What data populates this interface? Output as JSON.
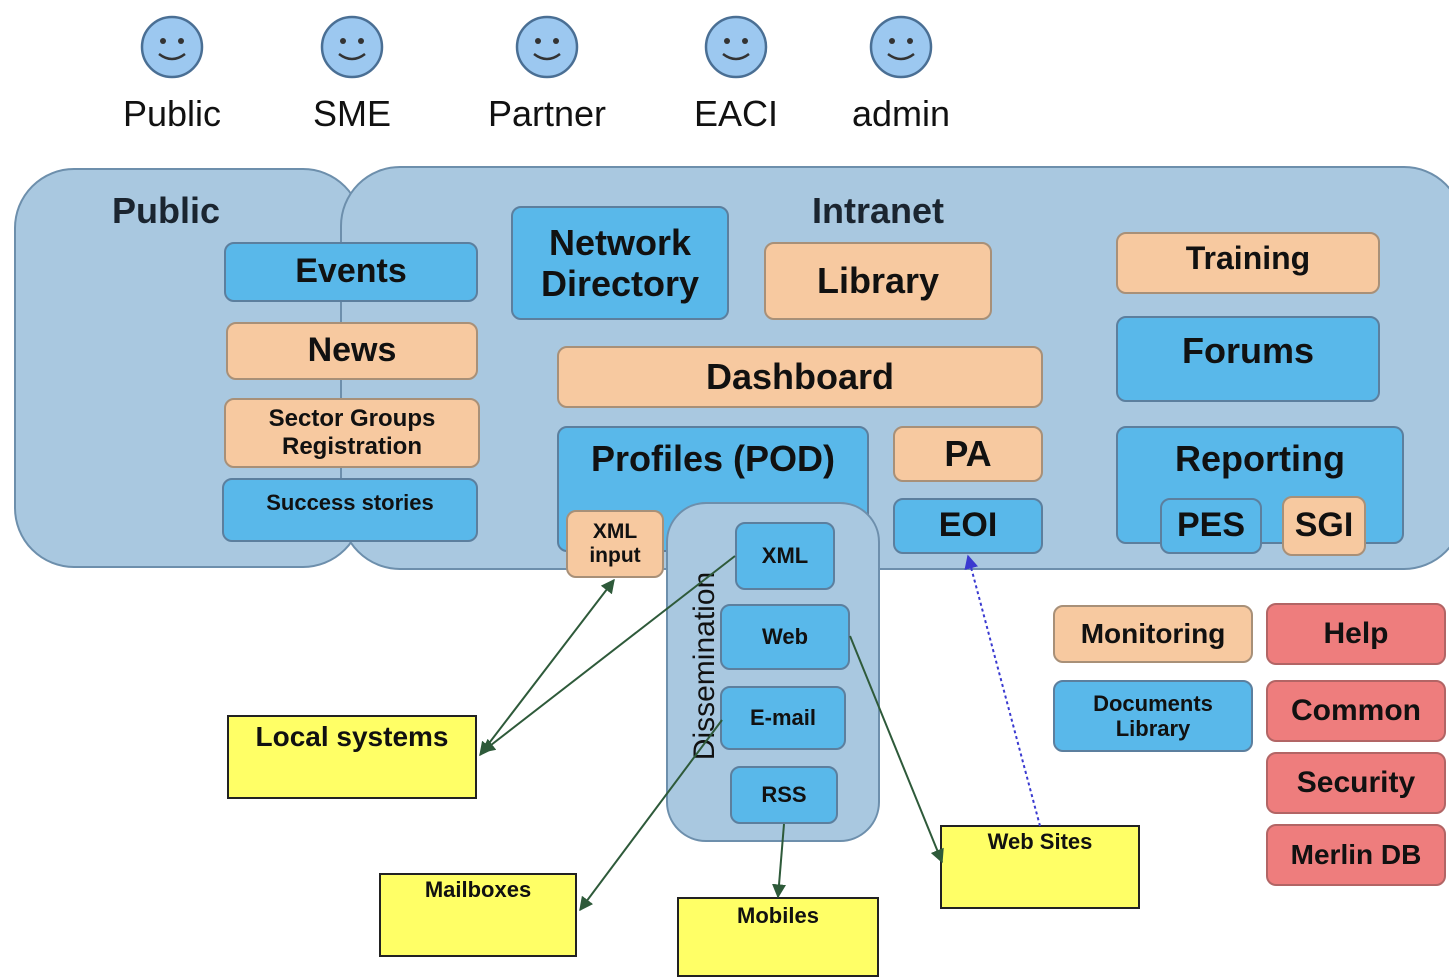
{
  "users": [
    "Public",
    "SME",
    "Partner",
    "EACI",
    "admin"
  ],
  "zones": {
    "public": "Public",
    "intranet": "Intranet"
  },
  "public_items": {
    "events": "Events",
    "news": "News",
    "sector_groups": "Sector Groups Registration",
    "success": "Success stories"
  },
  "intranet_items": {
    "network_directory": "Network Directory",
    "library": "Library",
    "dashboard": "Dashboard",
    "profiles": "Profiles (POD)",
    "xml_input": "XML input",
    "pa": "PA",
    "eoi": "EOI",
    "training": "Training",
    "forums": "Forums",
    "reporting": "Reporting",
    "pes": "PES",
    "sgi": "SGI"
  },
  "dissemination": {
    "label": "Dissemination",
    "items": [
      "XML",
      "Web",
      "E-mail",
      "RSS"
    ]
  },
  "external": {
    "local_systems": "Local systems",
    "mailboxes": "Mailboxes",
    "mobiles": "Mobiles",
    "web_sites": "Web Sites"
  },
  "side_modules": {
    "monitoring": "Monitoring",
    "documents_library": "Documents Library",
    "help": "Help",
    "common": "Common",
    "security": "Security",
    "merlin_db": "Merlin DB"
  },
  "colors": {
    "zone": "#a9c8e0",
    "blue_box": "#59b8ea",
    "orange_box": "#f7c9a0",
    "red_box": "#ee7d7d",
    "external_box": "#ffff66",
    "connector": "#2e5a3a",
    "dotted_connector": "#3a3ad0"
  }
}
